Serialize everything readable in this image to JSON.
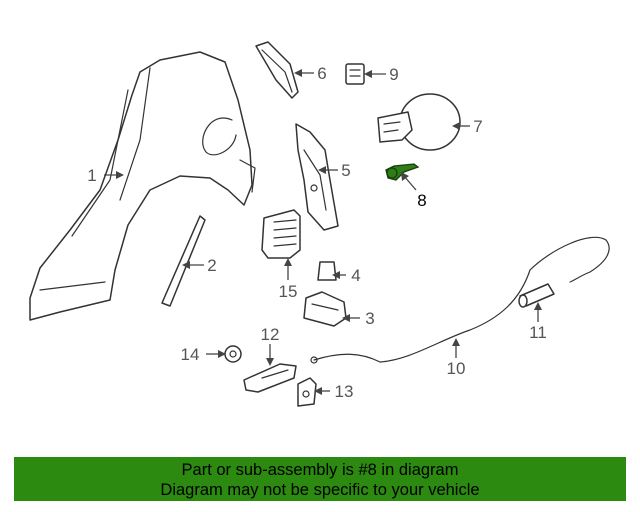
{
  "diagram": {
    "callouts": [
      {
        "id": "1",
        "label": "1"
      },
      {
        "id": "2",
        "label": "2"
      },
      {
        "id": "3",
        "label": "3"
      },
      {
        "id": "4",
        "label": "4"
      },
      {
        "id": "5",
        "label": "5"
      },
      {
        "id": "6",
        "label": "6"
      },
      {
        "id": "7",
        "label": "7"
      },
      {
        "id": "8",
        "label": "8"
      },
      {
        "id": "9",
        "label": "9"
      },
      {
        "id": "10",
        "label": "10"
      },
      {
        "id": "11",
        "label": "11"
      },
      {
        "id": "12",
        "label": "12"
      },
      {
        "id": "13",
        "label": "13"
      },
      {
        "id": "14",
        "label": "14"
      },
      {
        "id": "15",
        "label": "15"
      }
    ],
    "highlighted_part": "8",
    "highlight_color": "#2e7d18"
  },
  "banner": {
    "line1": "Part or sub-assembly is #8 in diagram",
    "line2": "Diagram may not be specific to your vehicle",
    "background": "#2b8a0f"
  }
}
